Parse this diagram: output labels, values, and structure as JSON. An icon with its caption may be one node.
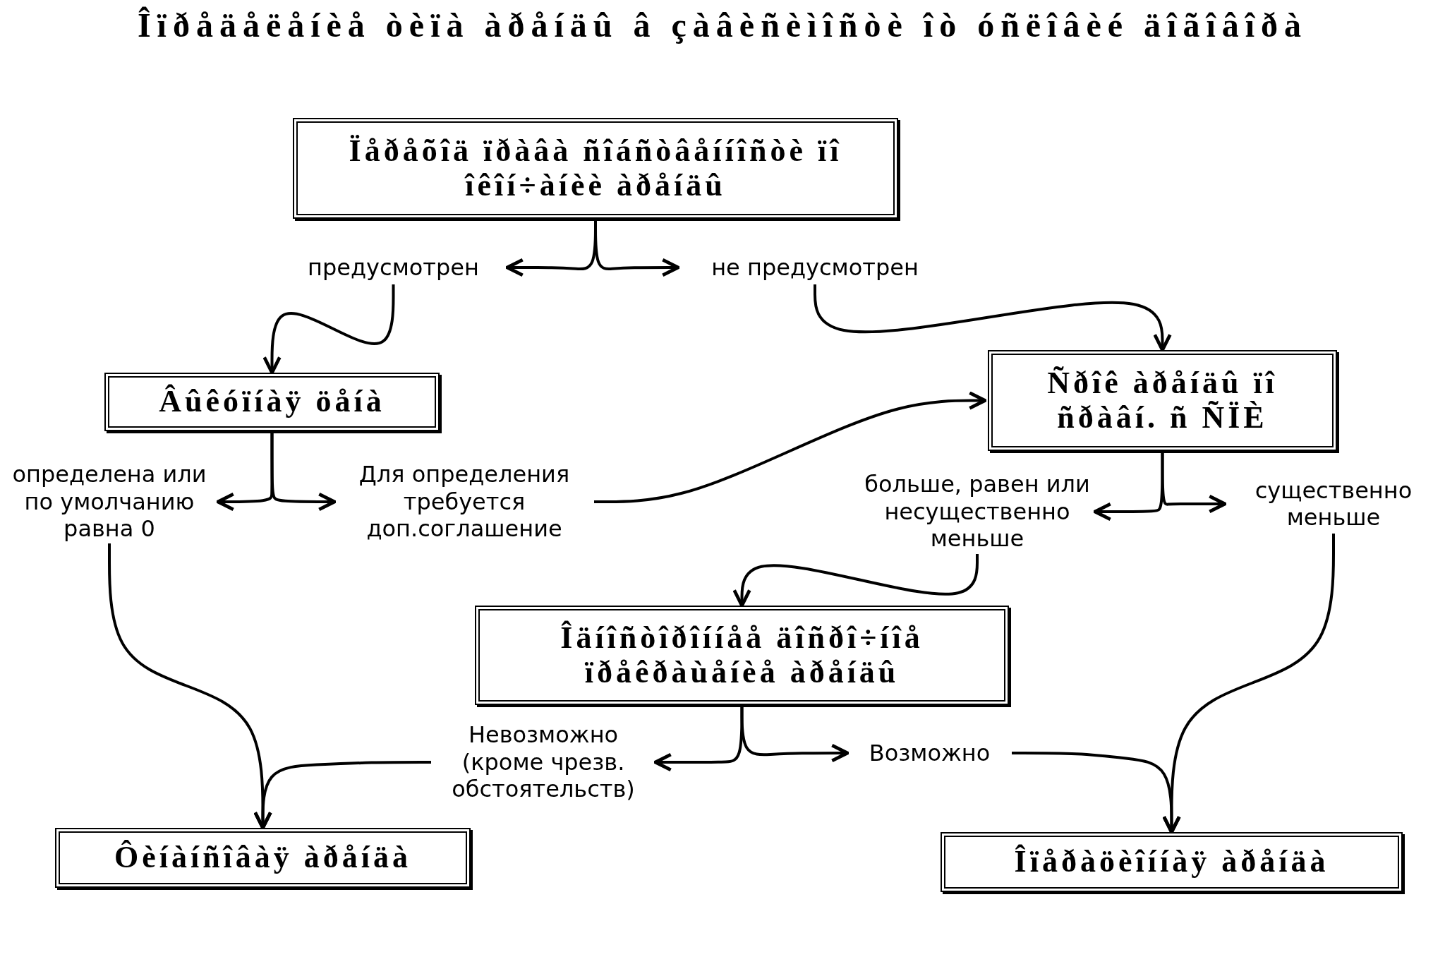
{
  "diagram": {
    "title": "Îïðåäåëåíèå òèïà àðåíäû â çàâèñèìîñòè îò óñëîâèé äîãîâîðà",
    "nodes": [
      {
        "text": [
          "Ïåðåõîä ïðàâà ñîáñòâåííîñòè ïî îêîí÷àíèè àðåíäû"
        ]
      },
      {
        "text": [
          "предусмотрен"
        ]
      },
      {
        "text": [
          "не предусмотрен"
        ]
      },
      {
        "text": [
          "Âûêóïíàÿ öåíà"
        ]
      },
      {
        "text": [
          "Ñðîê àðåíäû ïî ñðàâí. ñ ÑÏÈ"
        ]
      },
      {
        "text": [
          "определена или по умолчанию равна 0"
        ]
      },
      {
        "text": [
          "Для определения требуется доп.соглашение"
        ]
      },
      {
        "text": [
          "больше, равен или несущественно меньше"
        ]
      },
      {
        "text": [
          "существенно меньше"
        ]
      },
      {
        "text": [
          "Îäíîñòîðîííåå äîñðî÷íîå ïðåêðàùåíèå àðåíäû"
        ]
      },
      {
        "text": [
          "Невозможно (кроме чрезв. обстоятельств)"
        ]
      },
      {
        "text": [
          "Возможно"
        ]
      },
      {
        "text": [
          "Ôèíàíñîâàÿ àðåíäà"
        ]
      },
      {
        "text": [
          "Îïåðàöèîííàÿ àðåíäà"
        ]
      }
    ],
    "edges": [
      {
        "from": 0,
        "to": 1,
        "arrow": "to"
      },
      {
        "from": 0,
        "to": 2,
        "arrow": "to"
      },
      {
        "from": 1,
        "to": 3,
        "arrow": "to"
      },
      {
        "from": 2,
        "to": 4,
        "arrow": "to"
      },
      {
        "from": 3,
        "to": 5,
        "arrow": "to"
      },
      {
        "from": 3,
        "to": 6,
        "arrow": "to"
      },
      {
        "from": 5,
        "to": 12,
        "arrow": "to"
      },
      {
        "from": 6,
        "to": 4,
        "arrow": "to"
      },
      {
        "from": 4,
        "to": 7,
        "arrow": "to"
      },
      {
        "from": 4,
        "to": 8,
        "arrow": "to"
      },
      {
        "from": 7,
        "to": 9,
        "arrow": "to"
      },
      {
        "from": 8,
        "to": 13,
        "arrow": "to"
      },
      {
        "from": 9,
        "to": 10,
        "arrow": "to"
      },
      {
        "from": 9,
        "to": 11,
        "arrow": "to"
      },
      {
        "from": 10,
        "to": 12,
        "arrow": "to"
      },
      {
        "from": 11,
        "to": 13,
        "arrow": "to"
      }
    ]
  }
}
